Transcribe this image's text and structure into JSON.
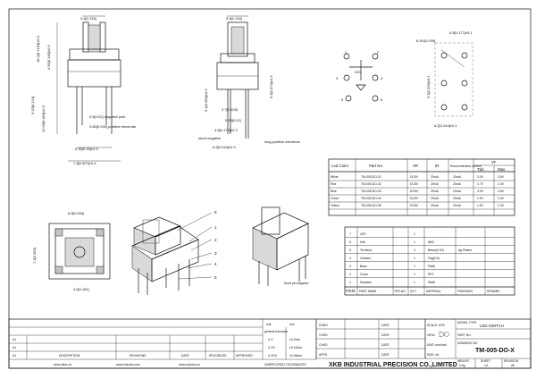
{
  "front_view": {
    "dims": [
      "3.4[0.134]",
      "18.2[0.7166]±0.3",
      "4.95[0.195]±0.3",
      "3.15[0.124]",
      "12.55[0.494]±0.3",
      "0.5[0.02] negative pole",
      "0.65[0.026] positive electrode",
      "6.35[0.25]±0.3",
      "7.8[0.307]±0.4"
    ]
  },
  "side_view": {
    "dims": [
      "3.4[0.134]",
      "9.1[0.358]±0.3",
      "9.5[0.374]±0.3",
      "0.7[0.028]",
      "0.25[0.01]",
      "4.5[0.177]±0.3",
      "6.2[0.244]±0.3"
    ],
    "labels": [
      "short negative",
      "long positive electrode"
    ]
  },
  "pcb_layout": {
    "dims": [
      "4.5[0.177]±0.1",
      "6-Φ1[0.039]",
      "5.2[0.205]±0.1",
      "6.2[0.244]±0.1"
    ]
  },
  "schematic": {
    "pins": [
      "1",
      "2",
      "3",
      "4",
      "5",
      "6"
    ],
    "led": "LED"
  },
  "bottom_view": {
    "dims": [
      "6.9[0.248]",
      "7.2[0.283]",
      "4.6[0.181]"
    ]
  },
  "iso_callouts": [
    "6",
    "1",
    "2",
    "3",
    "4",
    "5"
  ],
  "iso_note": "Short pin negative",
  "led_table": {
    "headers": [
      "Led Color",
      "Part No.",
      "VR",
      "IR",
      "Recommended current",
      "Tpb",
      "Max"
    ],
    "vf_header": "VF",
    "rows": [
      [
        "White",
        "TM-005-DO-01",
        "DC5V",
        "20mA",
        "20mA",
        "3.0V",
        "3.6V"
      ],
      [
        "Red",
        "TM-005-DO-02",
        "DC5V",
        "20mA",
        "20mA",
        "1.7V",
        "2.4V"
      ],
      [
        "Blue",
        "TM-005-DO-03",
        "DC5V",
        "20mA",
        "20mA",
        "3.0V",
        "3.6V"
      ],
      [
        "Green",
        "TM-005-DO-04",
        "DC5V",
        "20mA",
        "20mA",
        "1.9V",
        "2.4V"
      ],
      [
        "Yellow",
        "TM-005-DO-05",
        "DC5V",
        "20mA",
        "20mA",
        "1.9V",
        "2.4V"
      ]
    ]
  },
  "bom": {
    "headers": [
      "ITEM",
      "PART NAME",
      "TER.NO.",
      "QTY",
      "MATERIAL",
      "FINISHING",
      "REMARK"
    ],
    "rows": [
      [
        "7",
        "LED",
        "",
        "1",
        "",
        "",
        ""
      ],
      [
        "6",
        "Hull",
        "",
        "1",
        "ABS",
        "",
        ""
      ],
      [
        "5",
        "Terminal",
        "",
        "4",
        "Brass(0.3X)",
        "Ag Plated",
        ""
      ],
      [
        "4",
        "Contact",
        "",
        "1",
        "Fag(0.6)",
        "",
        ""
      ],
      [
        "3",
        "Base",
        "",
        "1",
        "PA66",
        "",
        ""
      ],
      [
        "2",
        "Cover",
        "",
        "1",
        "PET",
        "",
        ""
      ],
      [
        "1",
        "Keystem",
        "",
        "1",
        "PA66",
        "",
        ""
      ]
    ]
  },
  "title_block": {
    "rev_rows": [
      "A1",
      "A1",
      "A1"
    ],
    "rev_headers": [
      "DESCRIPTION",
      "REVISIONS",
      "DATE",
      "RECORDED",
      "APPROVED"
    ],
    "tolerance": [
      "unit",
      "mm",
      "general tolerance",
      "X.X",
      "±0.2mm",
      "X.XX",
      "±0.10mm",
      "X.XXX",
      "±0.05mm"
    ],
    "unspecified": "UNSPECIFIED TOLERANCES",
    "signoffs": [
      "DSNO",
      "CHKD",
      "CHKD",
      "APPD"
    ],
    "date_label": "DATE",
    "scale": "SCALE: NTS",
    "view": "VIEW",
    "unit": "UNIT: mm/inch",
    "size": "SIZE: A4",
    "model_type": "MODEL TYPE",
    "model_value": "LED SWITCH",
    "part_no_label": "PART NO.",
    "drawing_no_label": "DRAWING NO.",
    "drawing_no": "TM-005-DO-X",
    "weight": "WEIGHT",
    "weight_value": "0.5g",
    "sheet": "SHEET",
    "sheet_value": "1/1",
    "revision": "REVISION",
    "revision_value": "A0",
    "company": "XKB INDUSTRIAL PRECISION CO.,LIMITED",
    "footer": [
      "www.xkbic.cn",
      "www.hokovic.com",
      "www.hokovic.cn"
    ]
  }
}
